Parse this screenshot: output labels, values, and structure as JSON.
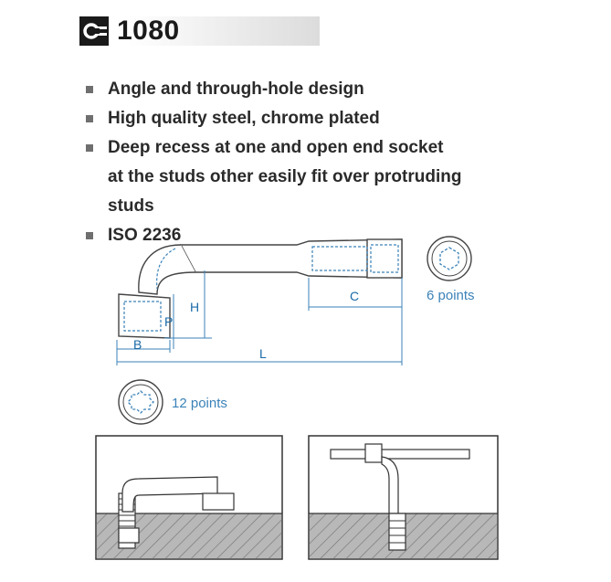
{
  "header": {
    "title": "1080",
    "logo_icon": "socket-wrench-logo-icon"
  },
  "features": [
    "Angle and through-hole design",
    "High quality steel, chrome plated",
    "Deep recess at one and open end socket",
    "at the studs other easily fit over protruding",
    "studs",
    "ISO 2236"
  ],
  "diagram": {
    "label_h": "H",
    "label_p": "P",
    "label_b": "B",
    "label_c": "C",
    "label_l": "L",
    "six_points": "6 points",
    "twelve_points": "12 points"
  },
  "colors": {
    "dimension_blue": "#1a6aa7",
    "header_black": "#1a1a1a"
  }
}
